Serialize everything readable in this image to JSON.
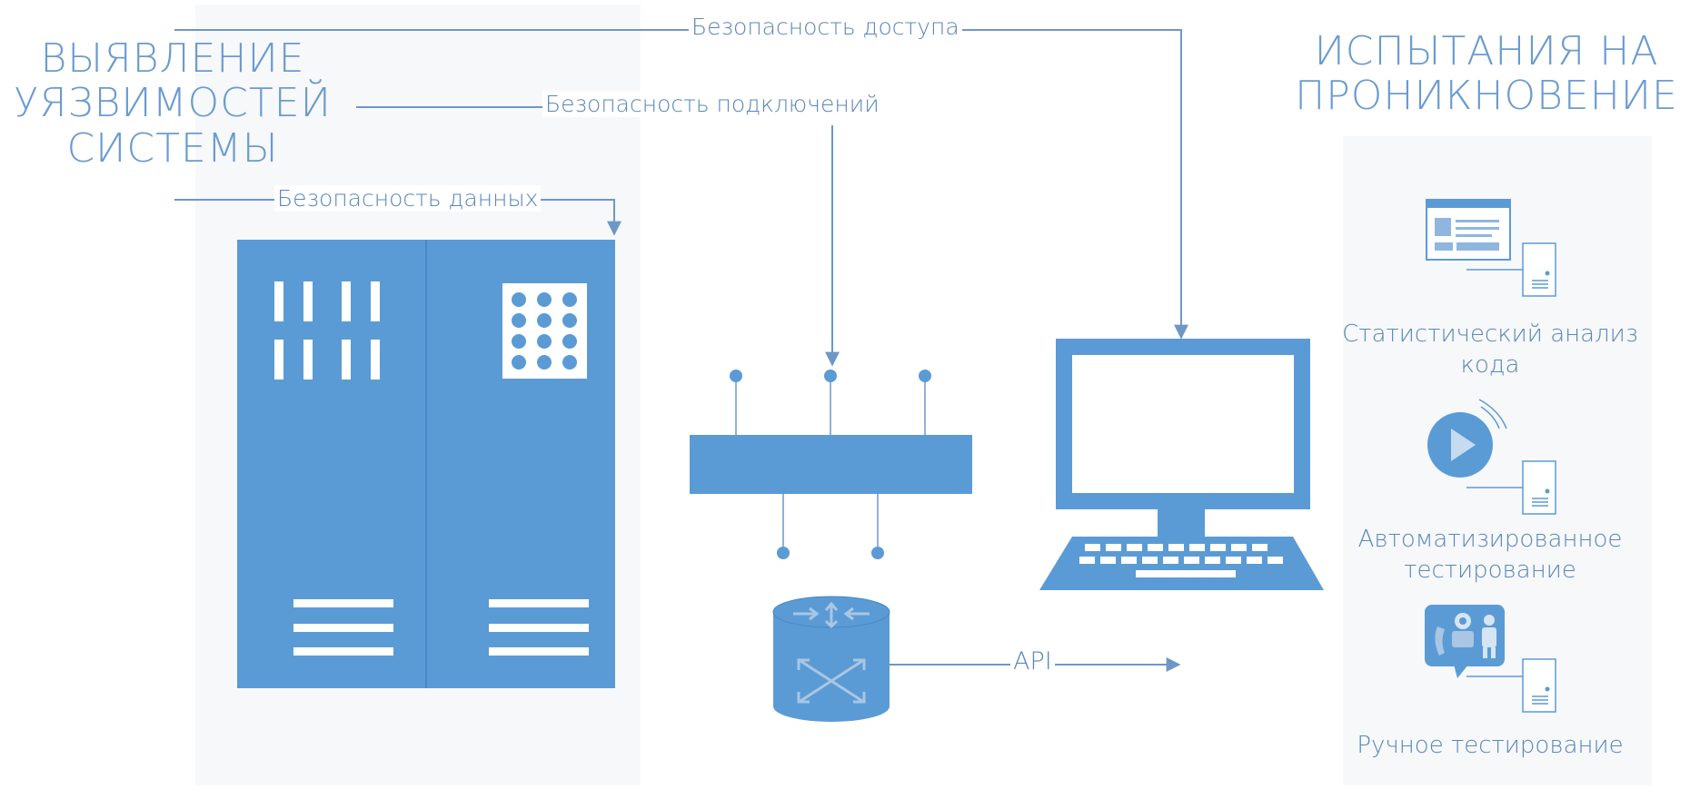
{
  "left_title": "ВЫЯВЛЕНИЕ\nУЯЗВИМОСТЕЙ\nСИСТЕМЫ",
  "right_title": "ИСПЫТАНИЯ НА\nПРОНИКНОВЕНИЕ",
  "labels": {
    "access_security": "Безопасность доступа",
    "connection_security": "Безопасность подключений",
    "data_security": "Безопасность данных",
    "api": "API"
  },
  "methods": [
    {
      "label": "Статистический анализ\nкода",
      "icon": "window-icon"
    },
    {
      "label": "Автоматизированное\nтестирование",
      "icon": "play-icon"
    },
    {
      "label": "Ручное тестирование",
      "icon": "people-phone-icon"
    }
  ],
  "colors": {
    "primary": "#5b9bd5",
    "line": "#6e97c6",
    "text": "#5b86b8"
  }
}
